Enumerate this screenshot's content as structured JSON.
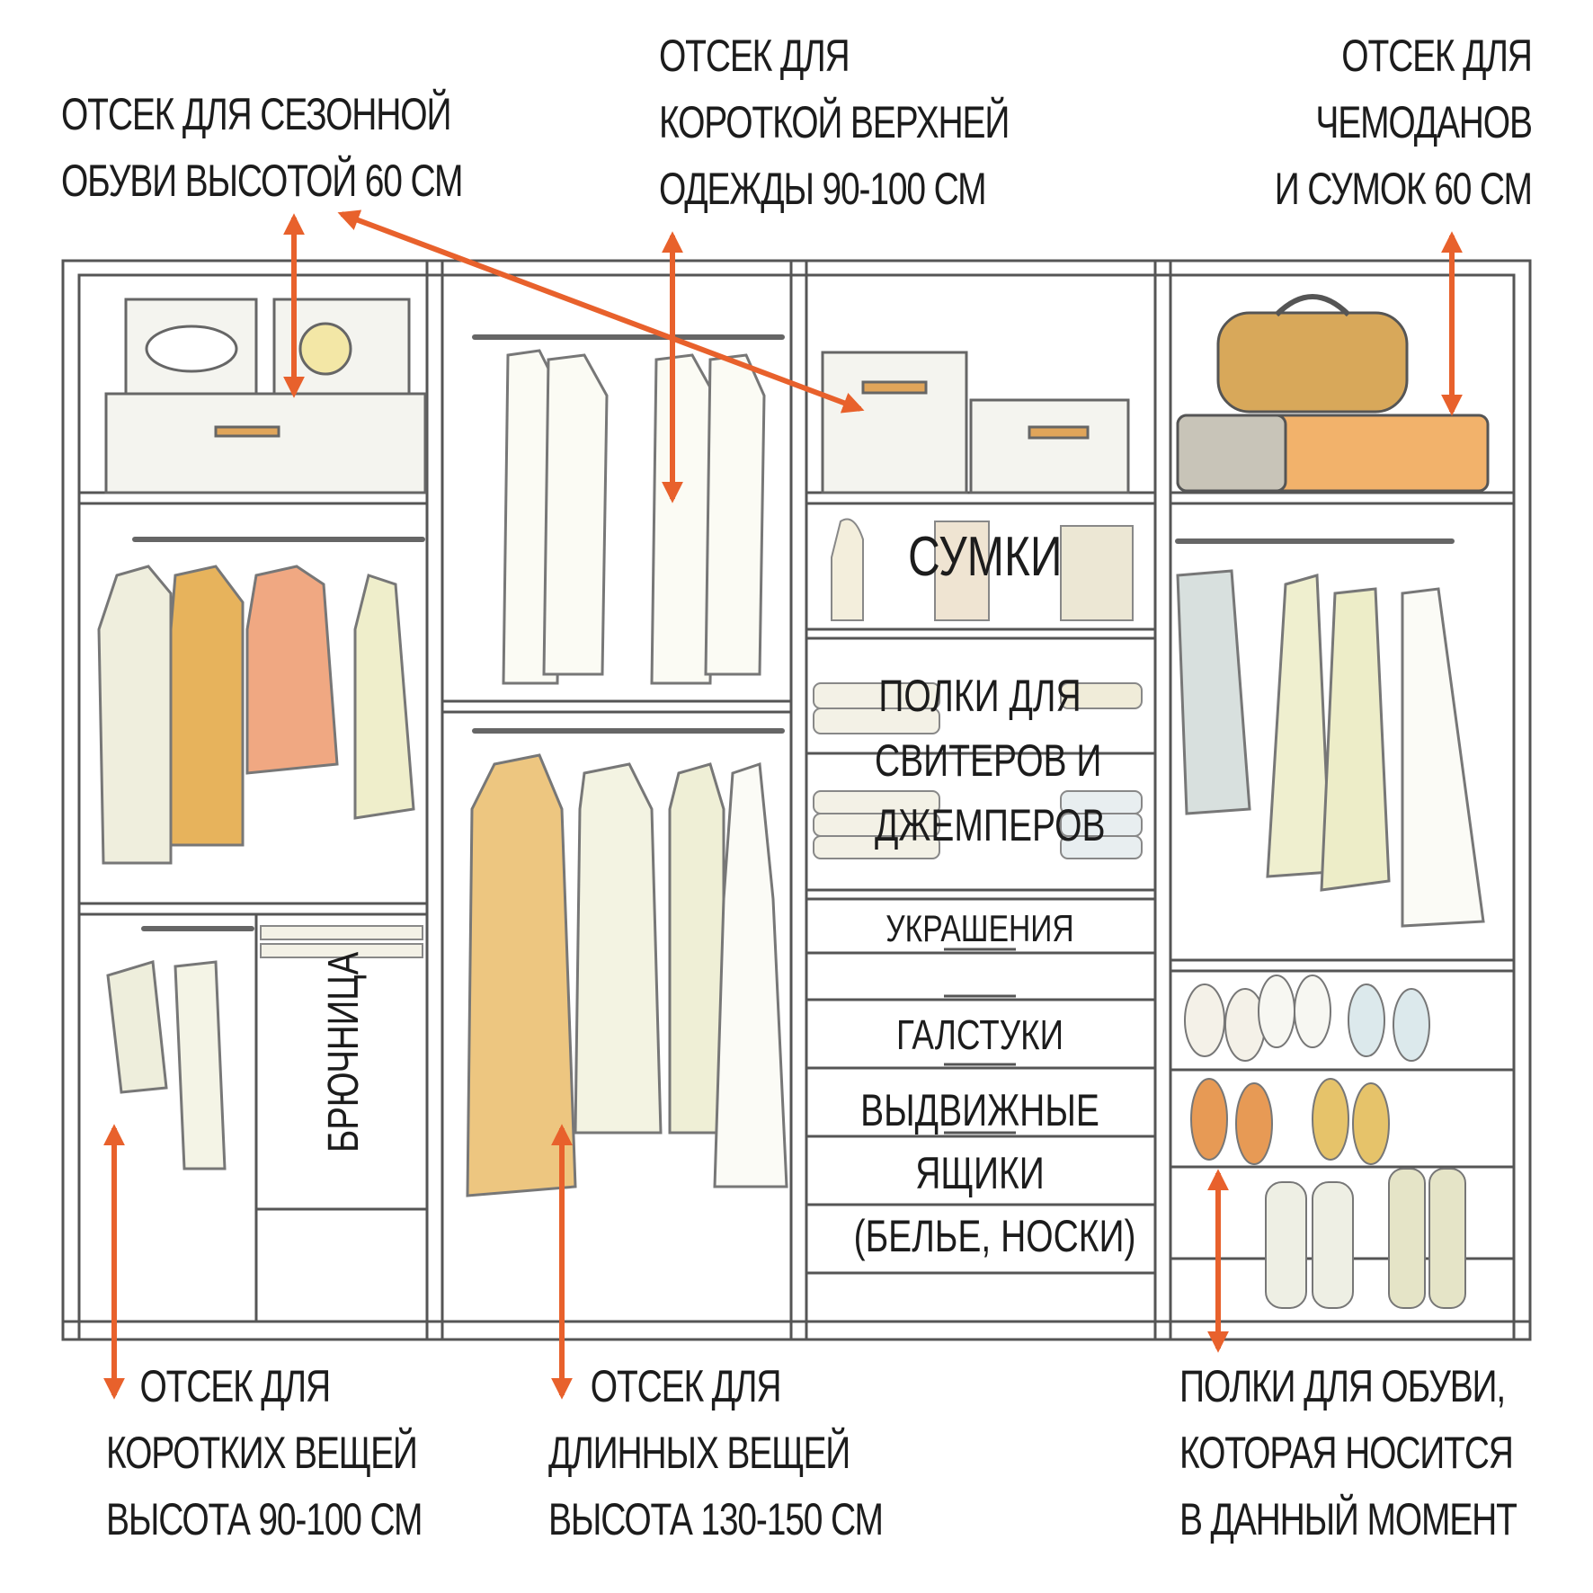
{
  "colors": {
    "accent": "#E8612C",
    "frame": "#555555",
    "text": "#1c1c1c"
  },
  "labels": {
    "seasonal_shoes": [
      "ОТСЕК ДЛЯ СЕЗОННОЙ",
      "ОБУВИ ВЫСОТОЙ 60 СМ"
    ],
    "short_outerwear": [
      "ОТСЕК ДЛЯ",
      "КОРОТКОЙ ВЕРХНЕЙ",
      "ОДЕЖДЫ 90-100 СМ"
    ],
    "suitcases": [
      "ОТСЕК ДЛЯ",
      "ЧЕМОДАНОВ",
      "И СУМОК 60 СМ"
    ],
    "short_items": [
      "ОТСЕК ДЛЯ",
      "КОРОТКИХ ВЕЩЕЙ",
      "ВЫСОТА 90-100 СМ"
    ],
    "long_items": [
      "ОТСЕК ДЛЯ",
      "ДЛИННЫХ ВЕЩЕЙ",
      "ВЫСОТА 130-150 СМ"
    ],
    "daily_shoes": [
      "ПОЛКИ ДЛЯ ОБУВИ,",
      "КОТОРАЯ  НОСИТСЯ",
      "В ДАННЫЙ МОМЕНТ"
    ]
  },
  "inner": {
    "bags": "СУМКИ",
    "sweaters": [
      "ПОЛКИ ДЛЯ",
      "СВИТЕРОВ И",
      "ДЖЕМПЕРОВ"
    ],
    "jewelry": "УКРАШЕНИЯ",
    "ties": "ГАЛСТУКИ",
    "drawers": [
      "ВЫДВИЖНЫЕ",
      "ЯЩИКИ",
      "(БЕЛЬЕ,  НОСКИ)"
    ],
    "trouser_rack": "БРЮЧНИЦА"
  }
}
